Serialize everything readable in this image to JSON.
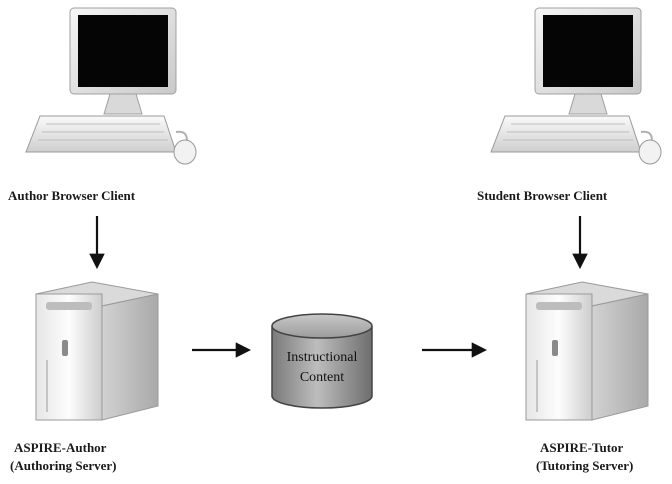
{
  "nodes": {
    "author_client": {
      "label": "Author Browser Client"
    },
    "student_client": {
      "label": "Student Browser Client"
    },
    "author_server": {
      "name": "ASPIRE-Author",
      "role": "(Authoring Server)"
    },
    "tutor_server": {
      "name": "ASPIRE-Tutor",
      "role": "(Tutoring Server)"
    },
    "content_db": {
      "line1": "Instructional",
      "line2": "Content"
    }
  },
  "edges": [
    {
      "from": "author_client",
      "to": "author_server"
    },
    {
      "from": "student_client",
      "to": "tutor_server"
    },
    {
      "from": "author_server",
      "to": "content_db"
    },
    {
      "from": "content_db",
      "to": "tutor_server"
    }
  ],
  "icons": [
    "desktop-computer-icon",
    "server-tower-icon",
    "database-cylinder-icon"
  ],
  "colors": {
    "arrow": "#111111",
    "cylinder": "#9a9a9a",
    "screen": "#050505"
  }
}
